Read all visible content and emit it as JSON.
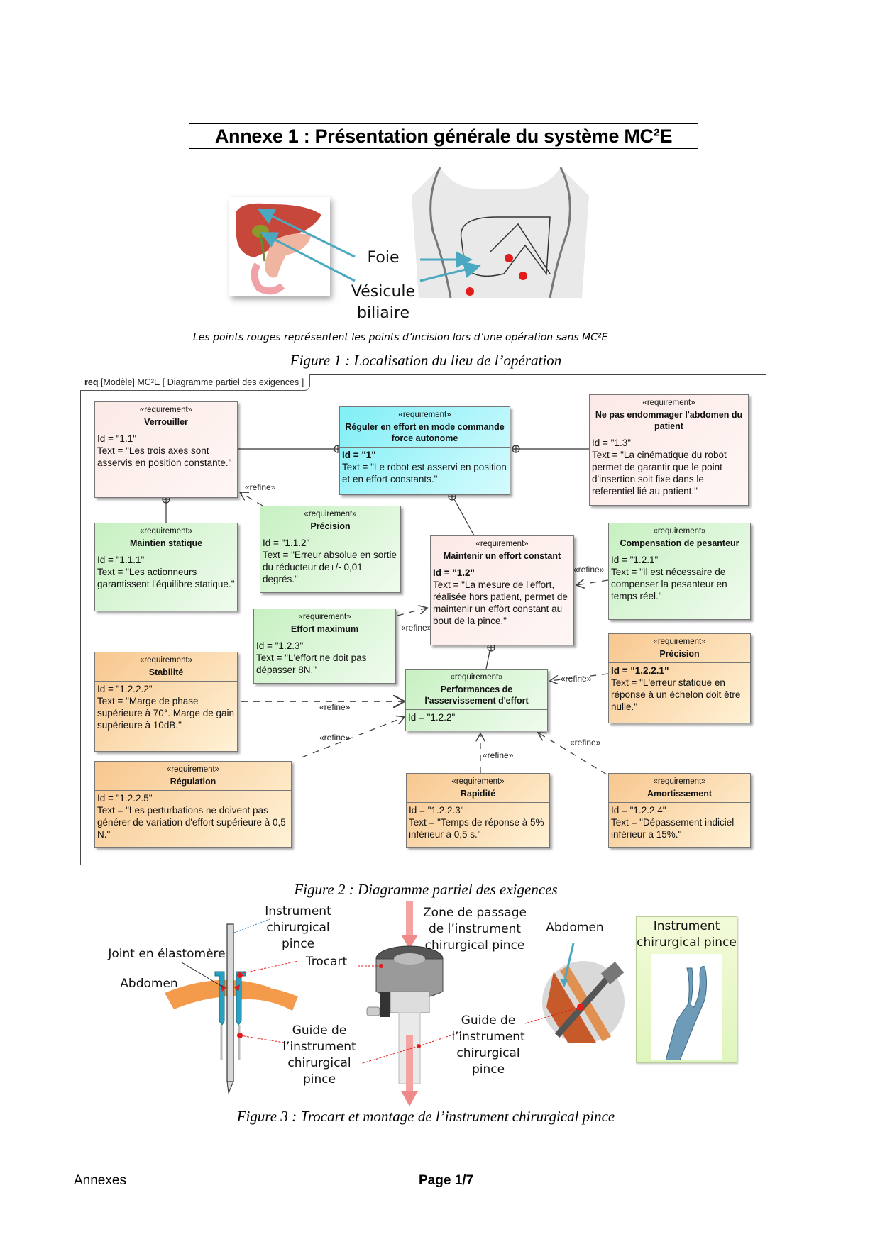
{
  "page_title": "Annexe 1 : Présentation générale du système MC²E",
  "figure1": {
    "labels": {
      "foie": "Foie",
      "vesicule": "Vésicule",
      "biliaire": "biliaire"
    },
    "note": "Les points rouges représentent les points d’incision lors d’une opération sans MC²E",
    "caption": "Figure 1 :  Localisation du lieu de l’opération",
    "incision_points_count": 3,
    "colors": {
      "arrow": "#4aa8c0",
      "incision": "#e21b1b"
    }
  },
  "figure2": {
    "frame_label": {
      "kind": "req",
      "rest": "[Modèle] MC²E [ Diagramme partiel des exigences ]"
    },
    "stereotype": "«requirement»",
    "refine_label": "«refine»",
    "requirements": {
      "r1": {
        "name": "Réguler en effort en mode commande force autonome",
        "id": "Id = \"1\"",
        "text": "Text = \"Le robot est asservi en position et en effort constants.\""
      },
      "r11": {
        "name": "Verrouiller",
        "id": "Id = \"1.1\"",
        "text": "Text = \"Les trois axes sont asservis en position constante.\""
      },
      "r13": {
        "name": "Ne pas endommager l'abdomen du patient",
        "id": "Id = \"1.3\"",
        "text": "Text = \"La cinématique du robot permet de garantir que le point d'insertion soit fixe dans le referentiel lié au patient.\""
      },
      "r111": {
        "name": "Maintien statique",
        "id": "Id = \"1.1.1\"",
        "text": "Text = \"Les actionneurs garantissent l'équilibre statique.\""
      },
      "r112": {
        "name": "Précision",
        "id": "Id = \"1.1.2\"",
        "text": "Text = \"Erreur absolue en sortie du réducteur de+/- 0,01 degrés.\""
      },
      "r12": {
        "name": "Maintenir un effort constant",
        "id": "Id = \"1.2\"",
        "text": "Text = \"La mesure de l'effort, réalisée hors patient, permet de maintenir un effort constant au bout de la pince.\""
      },
      "r121": {
        "name": "Compensation de pesanteur",
        "id": "Id = \"1.2.1\"",
        "text": "Text = \"Il est nécessaire de compenser la pesanteur en temps réel.\""
      },
      "r123": {
        "name": "Effort maximum",
        "id": "Id = \"1.2.3\"",
        "text": "Text = \"L'effort ne doit pas dépasser 8N.\""
      },
      "r1222": {
        "name": "Stabilité",
        "id": "Id = \"1.2.2.2\"",
        "text": "Text = \"Marge de phase supérieure à 70°. Marge de gain supérieure à 10dB.\""
      },
      "r1221": {
        "name": "Précision",
        "id": "Id = \"1.2.2.1\"",
        "text": "Text = \"L'erreur statique en réponse à un échelon doit être nulle.\""
      },
      "r122": {
        "name": "Performances de l'asservissement d'effort",
        "id": "Id = \"1.2.2\""
      },
      "r1225": {
        "name": "Régulation",
        "id": "Id = \"1.2.2.5\"",
        "text": "Text = \"Les perturbations ne doivent pas générer de variation d'effort supérieure à 0,5 N.\""
      },
      "r1223": {
        "name": "Rapidité",
        "id": "Id = \"1.2.2.3\"",
        "text": "Text = \"Temps de réponse à 5% inférieur à 0,5 s.\""
      },
      "r1224": {
        "name": "Amortissement",
        "id": "Id = \"1.2.2.4\"",
        "text": "Text = \"Dépassement indiciel inférieur à 15%.\""
      }
    },
    "caption": "Figure 2 :  Diagramme partiel des exigences",
    "colors": {
      "top": "#7feff6",
      "pink": "#fbe9e6",
      "green": "#c7f0c2",
      "orange": "#f8c78f"
    }
  },
  "figure3": {
    "labels": {
      "instrument": [
        "Instrument",
        "chirurgical",
        "pince"
      ],
      "joint": "Joint en élastomère",
      "abdomen_left": "Abdomen",
      "trocart": "Trocart",
      "guide_left": [
        "Guide de",
        "l’instrument",
        "chirurgical",
        "pince"
      ],
      "zone": [
        "Zone de passage",
        "de l’instrument",
        "chirurgical pince"
      ],
      "guide_right": [
        "Guide de",
        "l’instrument",
        "chirurgical",
        "pince"
      ],
      "abdomen_right": "Abdomen",
      "pince_card": [
        "Instrument",
        "chirurgical pince"
      ]
    },
    "caption": "Figure 3 :  Trocart et montage de l’instrument chirurgical pince",
    "colors": {
      "abdomen": "#f39a4b",
      "trocart": "#2aa0c0",
      "arrow": "#f4a2a2",
      "leader": "#e21b1b"
    }
  },
  "footer": {
    "left": "Annexes",
    "center": "Page 1/7"
  }
}
